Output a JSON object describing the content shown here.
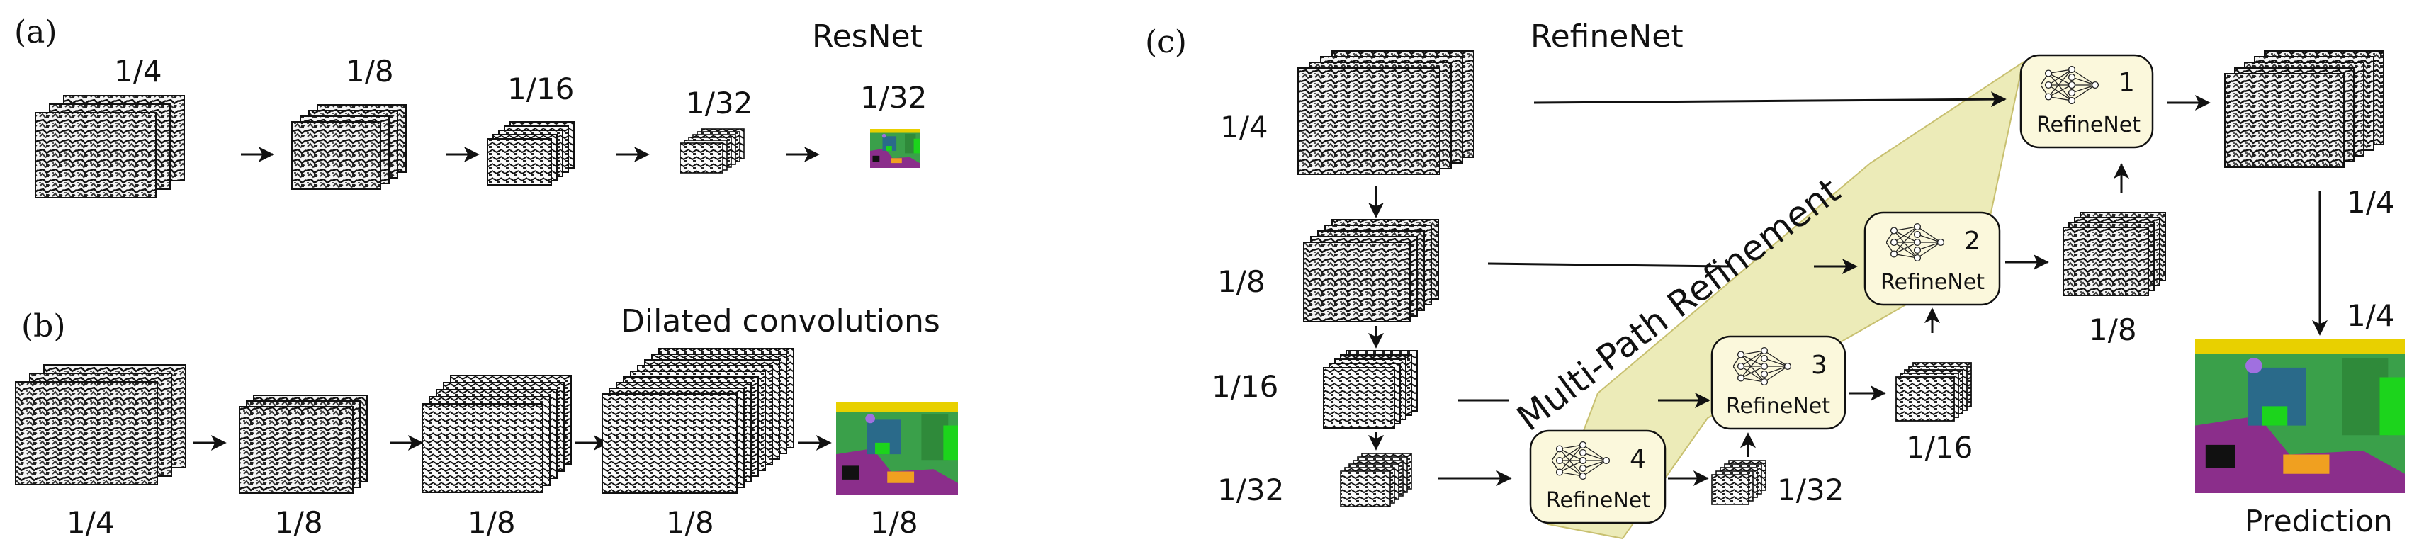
{
  "panels": {
    "a": {
      "label": "(a)",
      "title": "ResNet",
      "scales": [
        "1/4",
        "1/8",
        "1/16",
        "1/32",
        "1/32"
      ]
    },
    "b": {
      "label": "(b)",
      "title": "Dilated convolutions",
      "scales": [
        "1/4",
        "1/8",
        "1/8",
        "1/8",
        "1/8"
      ]
    },
    "c": {
      "label": "(c)",
      "title": "RefineNet",
      "left_scales": [
        "1/4",
        "1/8",
        "1/16",
        "1/32"
      ],
      "refinenet_blocks": [
        {
          "number": "1",
          "name": "RefineNet"
        },
        {
          "number": "2",
          "name": "RefineNet"
        },
        {
          "number": "3",
          "name": "RefineNet"
        },
        {
          "number": "4",
          "name": "RefineNet"
        }
      ],
      "output_scales": [
        "1/4",
        "1/8",
        "1/16",
        "1/32"
      ],
      "final_scale": "1/4",
      "banner": "Multi-Path Refinement",
      "prediction_label": "Prediction"
    }
  },
  "colors": {
    "block_fill": "#fbf8dc",
    "banner_fill": "#ecebb8",
    "arrow": "#111111",
    "seg_green": "#3aa04a",
    "seg_purple": "#8b2e8b",
    "seg_yellow": "#e8d000",
    "seg_bright_green": "#1cd41c",
    "seg_orange": "#f0a020"
  }
}
